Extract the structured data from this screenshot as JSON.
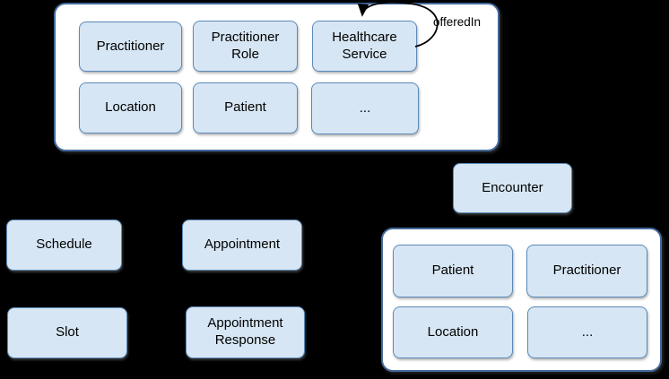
{
  "colors": {
    "background": "#000000",
    "group_fill": "#ffffff",
    "group_border": "#44699c",
    "node_fill": "#d7e6f4",
    "node_border": "#5b8ab8",
    "text": "#000000",
    "arrow": "#000000"
  },
  "top_group": {
    "nodes": [
      "Practitioner",
      "Practitioner Role",
      "Healthcare Service",
      "Location",
      "Patient",
      "..."
    ],
    "self_loop_label": "offeredIn"
  },
  "standalone_nodes": {
    "encounter": "Encounter",
    "schedule": "Schedule",
    "appointment": "Appointment",
    "slot": "Slot",
    "appointment_response": "Appointment Response"
  },
  "encounter_group": {
    "nodes": [
      "Patient",
      "Practitioner",
      "Location",
      "..."
    ]
  }
}
